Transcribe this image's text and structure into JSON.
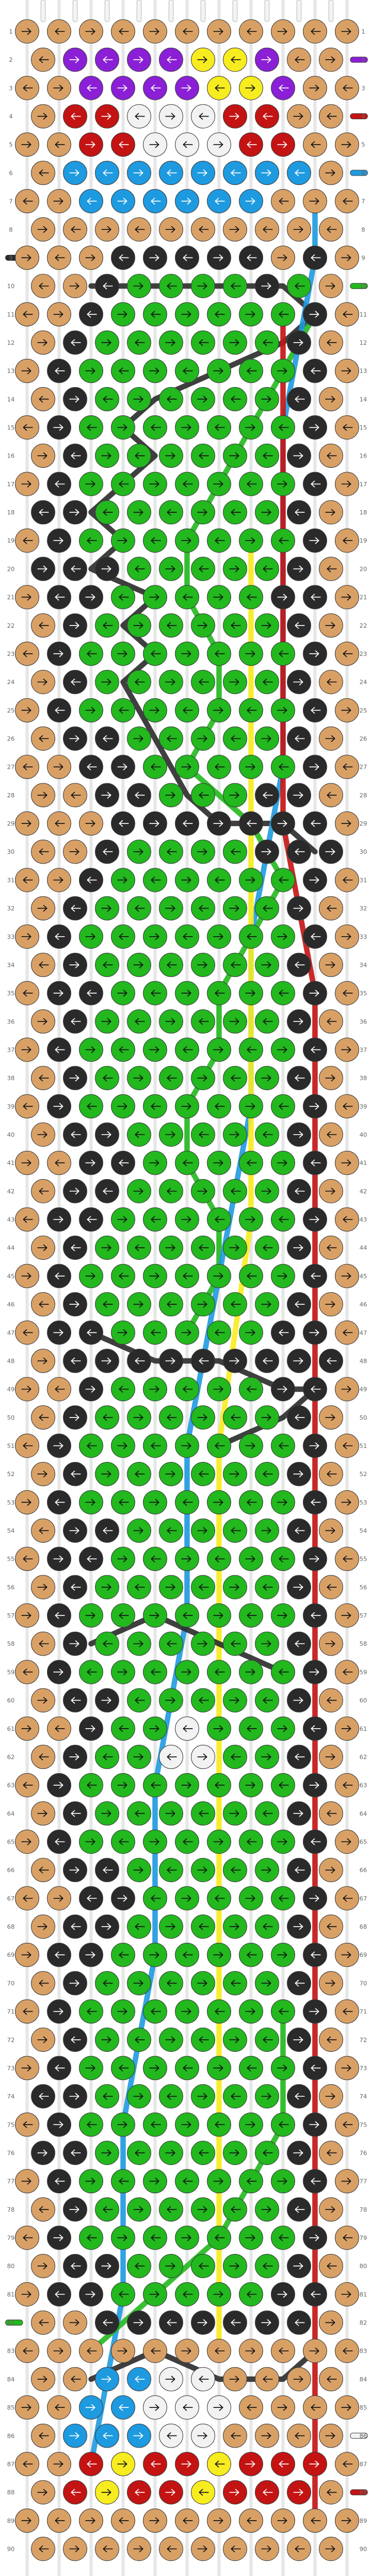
{
  "row_numbers": [
    "1",
    "2",
    "3",
    "4",
    "5",
    "6",
    "7",
    "8",
    "9",
    "10",
    "11",
    "12",
    "13",
    "14",
    "15",
    "16",
    "17",
    "18",
    "19",
    "20",
    "21",
    "22",
    "23",
    "24",
    "25",
    "26",
    "27",
    "28",
    "29",
    "30",
    "31",
    "32",
    "33",
    "34",
    "35",
    "36",
    "37",
    "38",
    "39",
    "40",
    "41",
    "42",
    "43",
    "44",
    "45",
    "46",
    "47",
    "48",
    "49",
    "50",
    "51",
    "52",
    "53",
    "54",
    "55",
    "56",
    "57",
    "58",
    "59",
    "60",
    "61",
    "62",
    "63",
    "64",
    "65",
    "66",
    "67",
    "68",
    "69",
    "70",
    "71",
    "72",
    "73",
    "74",
    "75",
    "76",
    "77",
    "78",
    "79",
    "80",
    "81",
    "82",
    "83",
    "84",
    "85",
    "86",
    "87",
    "88",
    "89",
    "90"
  ],
  "palette": {
    "tan": "#d9a066",
    "purple": "#8b1fd6",
    "yellow": "#f7ec1f",
    "red": "#c41313",
    "white": "#f2f2f2",
    "blue": "#1e9ae0",
    "black": "#2a2a2a",
    "green": "#22b81e"
  },
  "strings": [
    {
      "name": "tan-string",
      "color": "tan"
    },
    {
      "name": "purple-string",
      "color": "purple"
    },
    {
      "name": "yellow-string",
      "color": "yellow"
    },
    {
      "name": "red-string",
      "color": "red"
    },
    {
      "name": "white-string",
      "color": "white"
    },
    {
      "name": "blue-string",
      "color": "blue"
    },
    {
      "name": "black-string",
      "color": "black"
    },
    {
      "name": "green-string",
      "color": "green"
    }
  ],
  "knot_rows": [
    "T.T.T.T.T.T.T.T.T.T.T",
    ".T.P.P.P.P.Y.Y.P.T.T.",
    "T.T.P.P.P.P.Y.Y.P.T.T",
    ".T.R.R.W.W.W.R.R.T.T.",
    "T.T.R.R.W.W.W.R.R.T.T",
    ".T.B.B.B.B.B.B.B.B.T.",
    "T.T.B.B.B.B.B.B.T.T.T",
    ".T.T.T.T.T.T.T.T.T.T.",
    "T.T.T.K.K.K.K.K.T.K.T",
    ".T.T.K.G.G.G.G.K.G.T.",
    "T.T.K.G.G.G.G.G.G.K.T",
    ".T.K.G.G.G.G.G.G.K.T.",
    "T.K.G.G.G.G.G.G.G.K.T",
    ".T.K.G.G.G.G.G.G.K.T.",
    "T.K.G.G.G.G.G.G.G.K.T",
    ".T.K.G.G.G.G.G.G.K.T.",
    "T.K.G.G.G.G.G.G.G.K.T",
    ".K.K.G.G.G.G.G.G.K.T.",
    "T.K.G.G.G.G.G.G.G.K.T",
    ".K.K.K.G.G.G.G.G.K.T.",
    "T.K.K.G.G.G.G.G.K.K.T",
    ".T.K.G.G.G.G.G.G.K.T.",
    "T.K.G.G.G.G.G.G.G.K.T",
    ".T.K.G.G.G.G.G.G.K.T.",
    "T.K.G.G.G.G.G.G.G.K.T",
    ".T.K.K.G.G.G.G.G.K.T.",
    "T.T.K.K.G.G.G.G.G.K.T",
    ".T.T.K.K.G.G.G.K.K.T.",
    "T.T.T.K.K.K.K.K.K.K.T",
    ".T.T.K.G.G.G.G.K.K.K.",
    "T.T.K.G.G.G.G.G.G.K.T",
    ".T.K.G.G.G.G.G.G.K.T.",
    "T.K.G.G.G.G.G.G.G.K.T",
    ".T.K.G.G.G.G.G.G.K.T.",
    "T.K.K.G.G.G.G.G.G.K.T",
    ".T.K.G.G.G.G.G.G.K.T.",
    "T.K.G.G.G.G.G.G.G.K.T",
    ".T.K.G.G.G.G.G.G.K.T.",
    "T.K.G.G.G.G.G.G.G.K.T",
    ".T.K.K.G.G.G.G.G.K.T.",
    "T.T.K.K.G.G.G.G.G.K.T",
    ".T.K.K.G.G.G.G.G.K.T.",
    "T.K.K.G.G.G.G.G.G.K.T",
    ".T.K.G.G.G.G.G.G.K.T.",
    "T.K.G.G.G.G.G.G.G.K.T",
    ".T.K.G.G.G.G.G.G.K.T.",
    "T.K.K.G.G.G.G.G.K.K.T",
    ".T.K.K.K.K.K.K.K.K.K.",
    "T.T.K.G.G.G.G.G.K.K.T",
    ".T.K.G.G.G.G.G.G.K.T.",
    "T.K.G.G.G.G.G.G.G.K.T",
    ".T.K.G.G.G.G.G.G.K.T.",
    "T.K.G.G.G.G.G.G.G.K.T",
    ".T.K.K.G.G.G.G.G.K.T.",
    "T.K.K.G.G.G.G.G.G.K.T",
    ".T.K.G.G.G.G.G.G.K.T.",
    "T.K.G.G.G.G.G.G.G.K.T",
    ".T.K.G.G.G.G.G.G.K.T.",
    "T.K.G.G.G.G.G.G.G.K.T",
    ".T.K.K.G.G.G.G.G.K.T.",
    "T.T.K.G.G.W.G.G.G.K.T",
    ".T.K.G.G.W.W.G.G.K.T.",
    "T.K.G.G.G.G.G.G.G.K.T",
    ".T.K.G.G.G.G.G.G.K.T.",
    "T.K.G.G.G.G.G.G.G.K.T",
    ".T.K.K.G.G.G.G.G.K.T.",
    "T.T.K.K.G.G.G.G.G.K.T",
    ".T.K.K.G.G.G.G.G.K.T.",
    "T.K.K.G.G.G.G.G.G.K.T",
    ".T.K.G.G.G.G.G.G.K.T.",
    "T.K.G.G.G.G.G.G.G.K.T",
    ".T.K.G.G.G.G.G.G.K.T.",
    "T.K.G.G.G.G.G.G.G.K.T",
    ".K.K.G.G.G.G.G.G.K.T.",
    "T.K.G.G.G.G.G.G.G.K.T",
    ".K.K.G.G.G.G.G.G.K.T.",
    "T.K.G.G.G.G.G.G.G.K.T",
    ".T.K.G.G.G.G.G.G.K.T.",
    "T.K.G.G.G.G.G.G.G.K.T",
    ".T.K.K.G.G.G.G.G.K.T.",
    "T.K.K.G.G.G.G.G.K.K.T",
    ".T.T.K.K.K.K.K.K.K.T.",
    "T.T.T.T.T.T.T.T.T.T.T",
    ".T.T.B.B.W.W.T.T.T.T.",
    "T.T.B.B.W.W.W.T.T.T.T",
    ".T.B.B.B.W.W.T.T.T.T.",
    "T.T.R.Y.R.R.Y.R.R.R.T",
    ".T.R.Y.R.R.Y.R.R.R.T.",
    "T.T.T.T.T.T.T.T.T.T.T",
    ".T.T.T.T.T.T.T.T.T.T."
  ],
  "edge_strings": {
    "left": [
      "tan",
      "tan",
      "tan",
      "tan",
      "tan",
      "tan",
      "tan",
      "tan",
      "black",
      "tan",
      "tan",
      "tan",
      "tan",
      "tan",
      "tan",
      "tan",
      "tan",
      "tan",
      "tan",
      "tan",
      "tan",
      "tan",
      "tan",
      "tan",
      "tan",
      "tan",
      "tan",
      "tan",
      "tan",
      "tan",
      "tan",
      "tan",
      "tan",
      "tan",
      "tan",
      "tan",
      "tan",
      "tan",
      "tan",
      "tan",
      "tan",
      "tan",
      "tan",
      "tan",
      "tan",
      "tan",
      "tan",
      "tan",
      "tan",
      "tan",
      "tan",
      "tan",
      "tan",
      "tan",
      "tan",
      "tan",
      "tan",
      "tan",
      "tan",
      "tan",
      "tan",
      "tan",
      "tan",
      "tan",
      "tan",
      "tan",
      "tan",
      "tan",
      "tan",
      "tan",
      "tan",
      "tan",
      "tan",
      "tan",
      "tan",
      "tan",
      "tan",
      "tan",
      "tan",
      "tan",
      "tan",
      "green",
      "tan",
      "tan",
      "tan",
      "tan",
      "tan",
      "tan",
      "tan",
      "tan"
    ],
    "right": [
      "tan",
      "purple",
      "tan",
      "red",
      "tan",
      "blue",
      "tan",
      "tan",
      "tan",
      "green",
      "tan",
      "tan",
      "tan",
      "tan",
      "tan",
      "tan",
      "tan",
      "tan",
      "tan",
      "tan",
      "tan",
      "tan",
      "tan",
      "tan",
      "tan",
      "tan",
      "tan",
      "tan",
      "tan",
      "tan",
      "tan",
      "tan",
      "tan",
      "tan",
      "tan",
      "tan",
      "tan",
      "tan",
      "tan",
      "tan",
      "tan",
      "tan",
      "tan",
      "tan",
      "tan",
      "tan",
      "tan",
      "tan",
      "tan",
      "tan",
      "tan",
      "tan",
      "tan",
      "tan",
      "tan",
      "tan",
      "tan",
      "tan",
      "tan",
      "tan",
      "tan",
      "tan",
      "tan",
      "tan",
      "tan",
      "tan",
      "tan",
      "tan",
      "tan",
      "tan",
      "tan",
      "tan",
      "tan",
      "tan",
      "tan",
      "tan",
      "tan",
      "tan",
      "tan",
      "tan",
      "tan",
      "tan",
      "tan",
      "tan",
      "tan",
      "white",
      "tan",
      "red",
      "tan",
      "tan"
    ]
  },
  "overlay_paths": [
    {
      "color": "black",
      "points": [
        [
          2,
          9
        ],
        [
          4,
          9
        ],
        [
          6,
          9
        ],
        [
          8,
          9
        ],
        [
          9,
          10
        ],
        [
          8,
          11
        ],
        [
          6,
          12
        ],
        [
          4,
          13
        ],
        [
          3,
          14
        ],
        [
          4,
          15
        ],
        [
          3,
          16
        ],
        [
          2,
          17
        ],
        [
          3,
          18
        ],
        [
          2,
          19
        ],
        [
          4,
          20
        ],
        [
          3,
          21
        ],
        [
          4,
          22
        ],
        [
          3,
          23
        ],
        [
          4,
          25
        ],
        [
          5,
          27
        ],
        [
          6,
          28
        ],
        [
          8,
          28
        ],
        [
          9,
          29
        ]
      ]
    },
    {
      "color": "green",
      "points": [
        [
          9,
          10
        ],
        [
          8,
          12
        ],
        [
          7,
          14
        ],
        [
          6,
          16
        ],
        [
          5,
          18
        ],
        [
          5,
          20
        ],
        [
          6,
          22
        ],
        [
          6,
          24
        ],
        [
          5,
          26
        ],
        [
          7,
          28
        ],
        [
          8,
          30
        ],
        [
          7,
          32
        ],
        [
          6,
          34
        ],
        [
          6,
          36
        ],
        [
          5,
          38
        ],
        [
          5,
          40
        ],
        [
          6,
          42
        ],
        [
          6,
          44
        ],
        [
          5,
          46
        ]
      ]
    },
    {
      "color": "blue",
      "points": [
        [
          9,
          6
        ],
        [
          9,
          8
        ],
        [
          8,
          14
        ],
        [
          8,
          20
        ],
        [
          8,
          26
        ],
        [
          7,
          32
        ],
        [
          7,
          38
        ],
        [
          6,
          44
        ],
        [
          5,
          50
        ],
        [
          5,
          56
        ],
        [
          4,
          62
        ],
        [
          4,
          68
        ],
        [
          3,
          74
        ],
        [
          3,
          80
        ],
        [
          2,
          86
        ]
      ]
    },
    {
      "color": "red",
      "points": [
        [
          8,
          10
        ],
        [
          8,
          16
        ],
        [
          8,
          22
        ],
        [
          8,
          28
        ],
        [
          9,
          34
        ],
        [
          9,
          40
        ],
        [
          9,
          46
        ],
        [
          9,
          52
        ],
        [
          9,
          58
        ],
        [
          9,
          64
        ],
        [
          9,
          70
        ],
        [
          9,
          76
        ],
        [
          9,
          82
        ],
        [
          9,
          88
        ]
      ]
    },
    {
      "color": "yellow",
      "points": [
        [
          7,
          18
        ],
        [
          7,
          26
        ],
        [
          7,
          34
        ],
        [
          7,
          42
        ],
        [
          6,
          50
        ],
        [
          6,
          58
        ],
        [
          6,
          66
        ],
        [
          6,
          74
        ],
        [
          6,
          82
        ]
      ]
    },
    {
      "color": "black",
      "points": [
        [
          2,
          46
        ],
        [
          4,
          47
        ],
        [
          6,
          47
        ],
        [
          8,
          48
        ],
        [
          9,
          48
        ],
        [
          8,
          49
        ],
        [
          6,
          50
        ]
      ]
    },
    {
      "color": "black",
      "points": [
        [
          2,
          57
        ],
        [
          4,
          56
        ],
        [
          6,
          57
        ],
        [
          8,
          58
        ]
      ]
    },
    {
      "color": "green",
      "points": [
        [
          2,
          82
        ],
        [
          3,
          81
        ],
        [
          4,
          80
        ],
        [
          6,
          78
        ],
        [
          7,
          76
        ],
        [
          8,
          74
        ],
        [
          8,
          70
        ]
      ]
    },
    {
      "color": "black",
      "points": [
        [
          2,
          83
        ],
        [
          4,
          82
        ],
        [
          6,
          83
        ],
        [
          8,
          83
        ],
        [
          9,
          82
        ]
      ]
    }
  ]
}
